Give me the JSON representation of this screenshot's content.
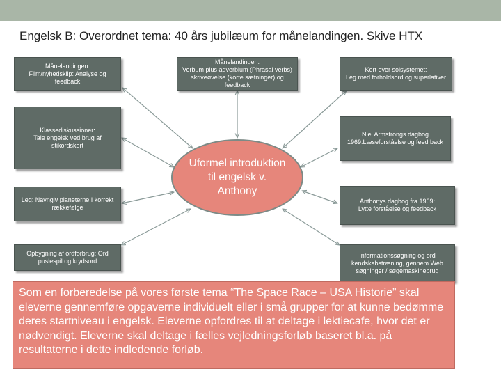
{
  "header": {
    "title": "Engelsk B:  Overordnet tema: 40 års jubilæum for månelandingen.   Skive HTX"
  },
  "center_node": {
    "label": "Uformel introduktion til engelsk v. Anthony"
  },
  "nodes": {
    "film": "Månelandingen:\nFilm/nyhedsklip: Analyse og feedback",
    "verbum": "Månelandingen:\nVerbum plus adverbium (Phrasal verbs) skriveøvelse (korte sætninger) og feedback",
    "kort": "Kort over solsystemet:\nLeg med forholdsord og superlativer",
    "klasse": "Klassediskussioner:\nTale engelsk ved brug af stikordskort",
    "niel": "Niel Armstrongs dagbog 1969:Læseforståelse og feed back",
    "leg": "Leg: Navngiv planeterne I korrekt rækkefølge",
    "anthony": "Anthonys dagbog fra 1969:\nLytte forståelse og feedback",
    "opbygning": "Opbygning af ordforbrug: Ord puslespil og krydsord",
    "information": "Informationssøgning og ord kendskabstræning, gennem Web søgninger / søgemaskinebrug"
  },
  "note": {
    "part1": "Som en forberedelse på vores første tema “The Space Race – USA Historie”",
    "underlined": "skal",
    "part2": "eleverne gennemføre opgaverne individuelt eller i små grupper for at kunne bedømme deres startniveau i engelsk. Eleverne opfordres til at deltage i lektiecafe, hvor det er nødvendigt. Eleverne skal deltage i fælles vejledningsforløb baseret bl.a. på resultaterne i dette indledende forløb."
  },
  "colors": {
    "topbar": "#a9b6a7",
    "box_fill": "#5f6b66",
    "center_fill": "#e6867b",
    "note_fill": "#e6867b",
    "connector": "#8a9a98"
  }
}
